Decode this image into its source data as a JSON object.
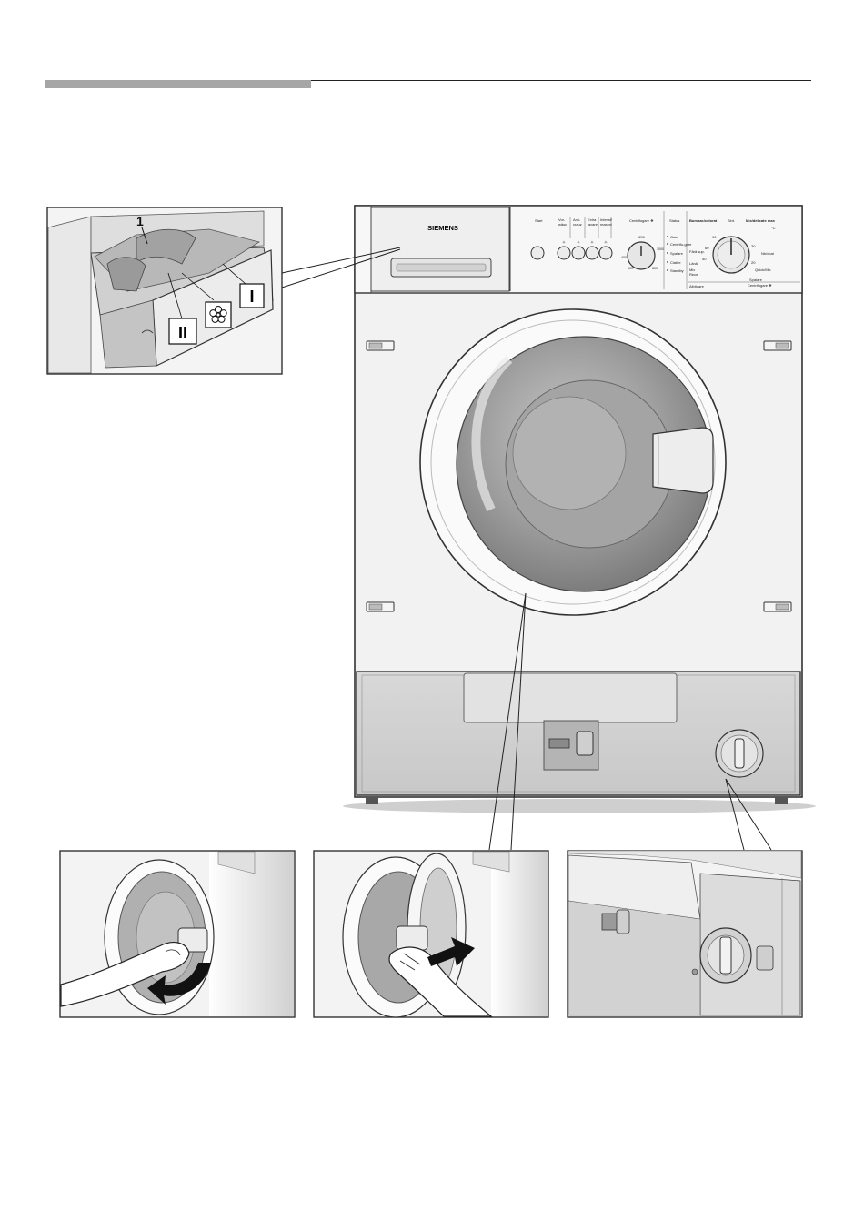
{
  "drawer": {
    "marker_1": "1",
    "compartment_I": "I",
    "compartment_II": "II"
  },
  "machine": {
    "brand": "SIEMENS",
    "buttons": {
      "start": "Start",
      "b2_l1": "Vor-",
      "b2_l2": "wäsc",
      "b3_l1": "Anti-",
      "b3_l2": "crauz",
      "b4_l1": "Extra",
      "b4_l2": "lavare",
      "b5_l1": "Intensif",
      "b5_l2": "maxoni"
    },
    "spin_label": "Centrifugare ❖",
    "spin_values": [
      "1200",
      "1000",
      "800",
      "600",
      "400"
    ],
    "status": {
      "title": "Status",
      "items": [
        "Gata",
        "Centrifu-gare",
        "Spalare",
        "Clatire",
        "Standby"
      ]
    },
    "program": {
      "header_left": "Bumbac/colorat",
      "header_mid": "Sint.",
      "header_right": "Mix/delicate max",
      "unit": "°C",
      "left_labels": [
        "Fără sup.",
        "Lână",
        "Rece",
        "Mix"
      ],
      "right_labels": [
        "Nb/dcat",
        "Quick/Mix"
      ],
      "temps": [
        "90",
        "60",
        "40",
        "30",
        "20"
      ],
      "bottom_left": "Albitoare",
      "bottom_right_1": "Spalare",
      "bottom_right_2": "Centrifugare ❖"
    }
  }
}
